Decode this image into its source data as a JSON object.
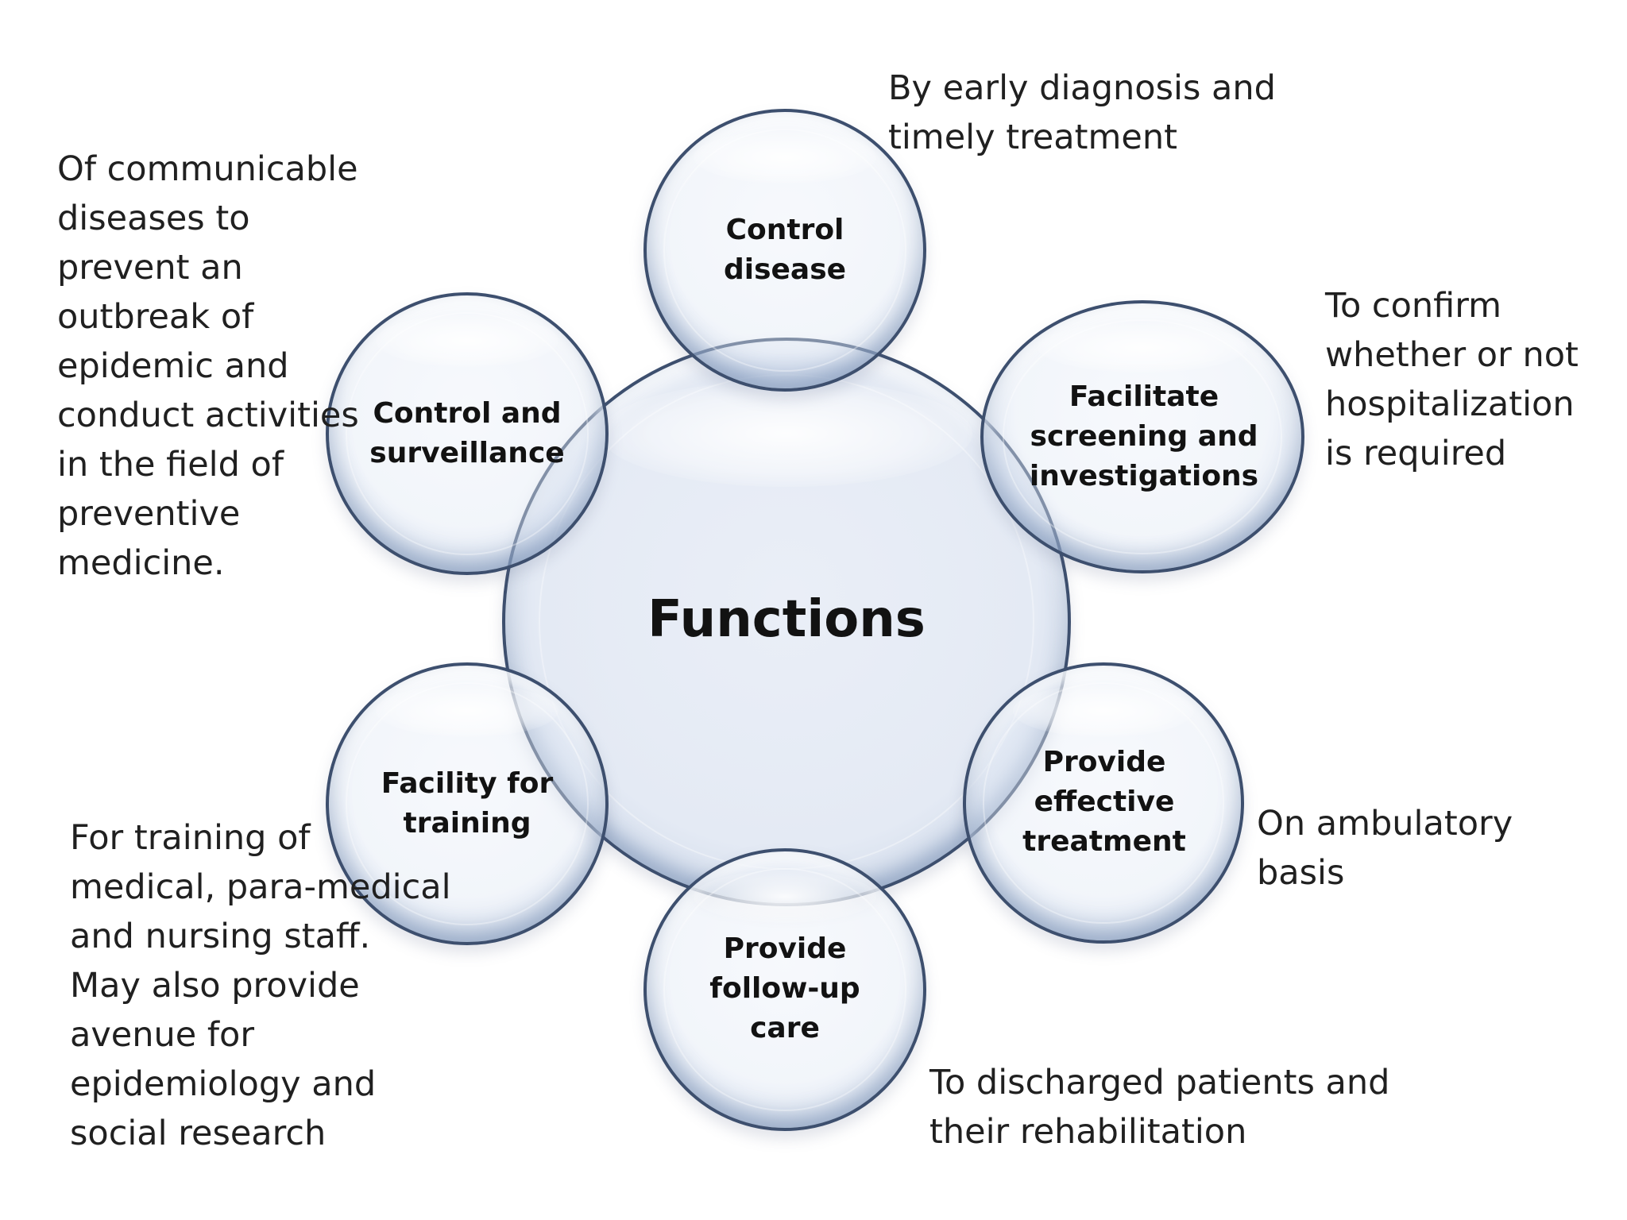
{
  "diagram": {
    "center_label": "Functions",
    "nodes": {
      "control_disease": {
        "label": "Control\ndisease",
        "note": "By early diagnosis and\ntimely treatment"
      },
      "facilitate_screening": {
        "label": "Facilitate\nscreening and\ninvestigations",
        "note": "To confirm\nwhether or not\nhospitalization\nis required"
      },
      "provide_effective_treatment": {
        "label": "Provide\neffective\ntreatment",
        "note": "On ambulatory\nbasis"
      },
      "provide_follow_up_care": {
        "label": "Provide\nfollow-up\ncare",
        "note": "To discharged patients and\ntheir rehabilitation"
      },
      "facility_for_training": {
        "label": "Facility for\ntraining",
        "note": "For training of\nmedical, para-medical\nand nursing staff.\nMay also provide\navenue for\nepidemiology and\nsocial research"
      },
      "control_and_surveillance": {
        "label": "Control and\nsurveillance",
        "note": "Of communicable\ndiseases to\nprevent an\noutbreak of\nepidemic and\nconduct activities\nin the field of\npreventive\nmedicine."
      }
    }
  }
}
